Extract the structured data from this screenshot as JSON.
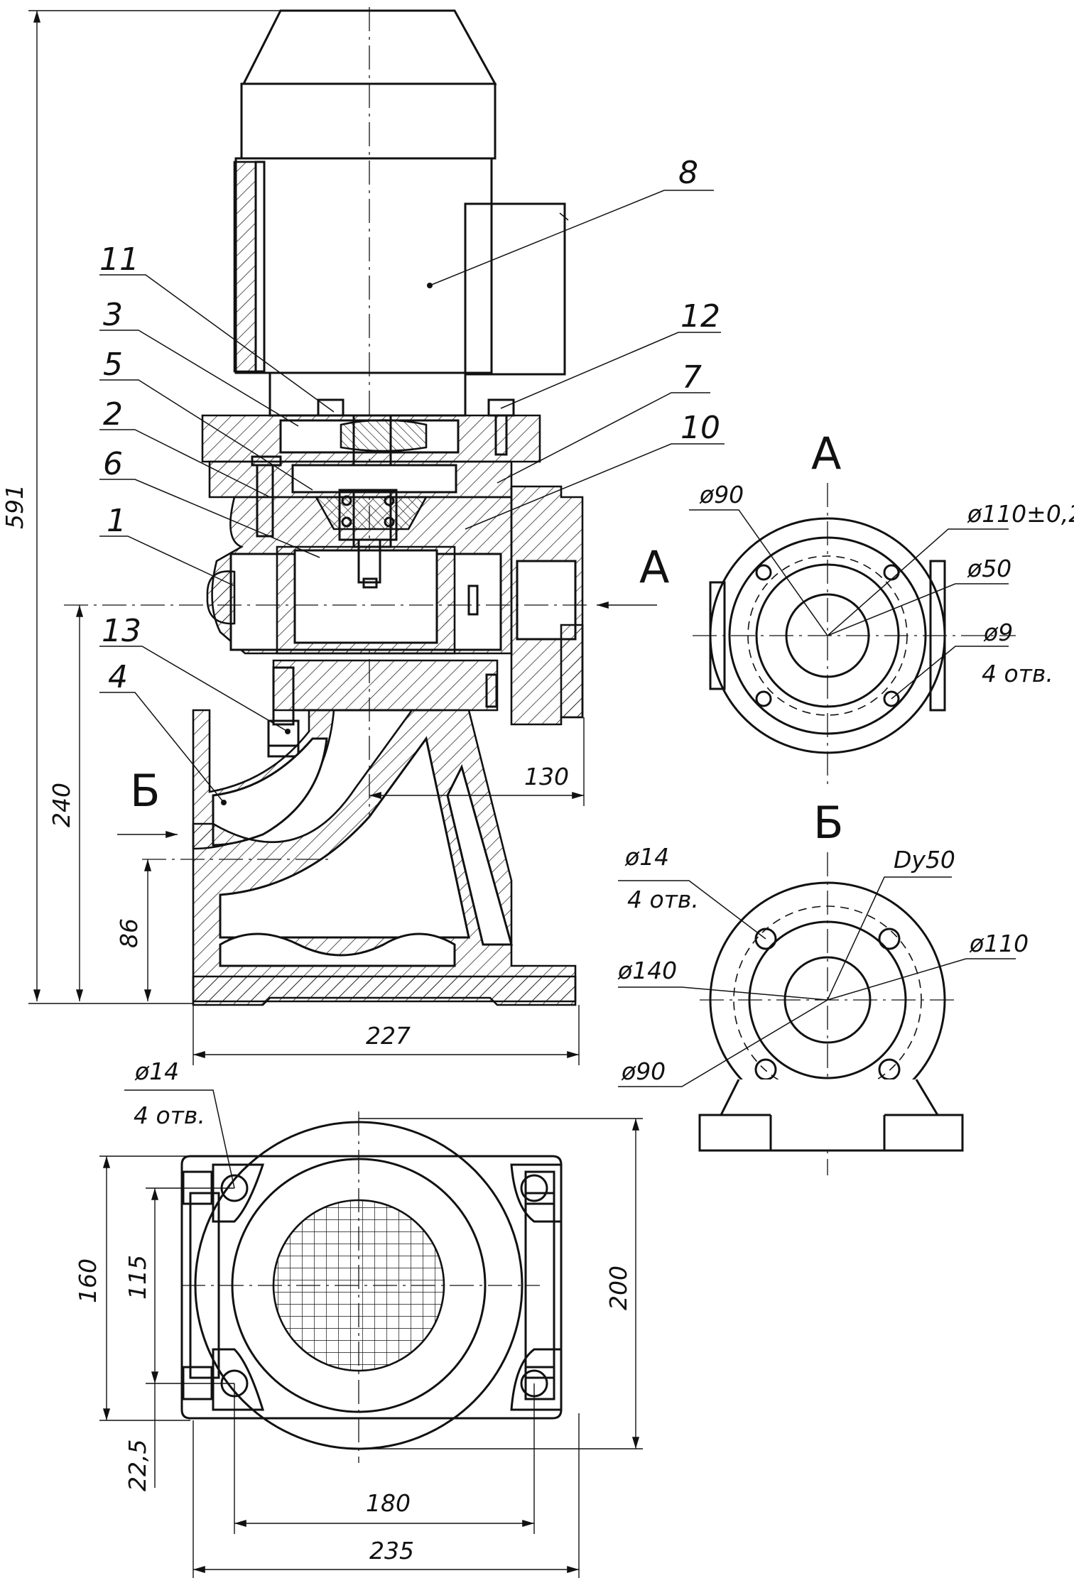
{
  "callouts": {
    "c1": "1",
    "c2": "2",
    "c3": "3",
    "c4": "4",
    "c5": "5",
    "c6": "6",
    "c7": "7",
    "c8": "8",
    "c10": "10",
    "c11": "11",
    "c12": "12",
    "c13": "13"
  },
  "views": {
    "a_label": "А",
    "b_label": "Б"
  },
  "dimensions": {
    "total_height": "591",
    "axis_height": "240",
    "inlet_height": "86",
    "outlet_offset": "130",
    "base_length": "227",
    "plan_width_160": "160",
    "plan_width_115": "115",
    "plan_offset": "22,5",
    "plan_depth": "200",
    "plan_hole_spacing": "180",
    "plan_length": "235",
    "plan_hole_dia": "ø14",
    "plan_hole_count": "4 отв."
  },
  "view_a": {
    "d90": "ø90",
    "d110": "ø110±0,2",
    "d50": "ø50",
    "d9": "ø9",
    "holes": "4 отв."
  },
  "view_b": {
    "d14": "ø14",
    "holes": "4 отв.",
    "dy": "Dy50",
    "d140": "ø140",
    "d110": "ø110",
    "d90": "ø90"
  }
}
